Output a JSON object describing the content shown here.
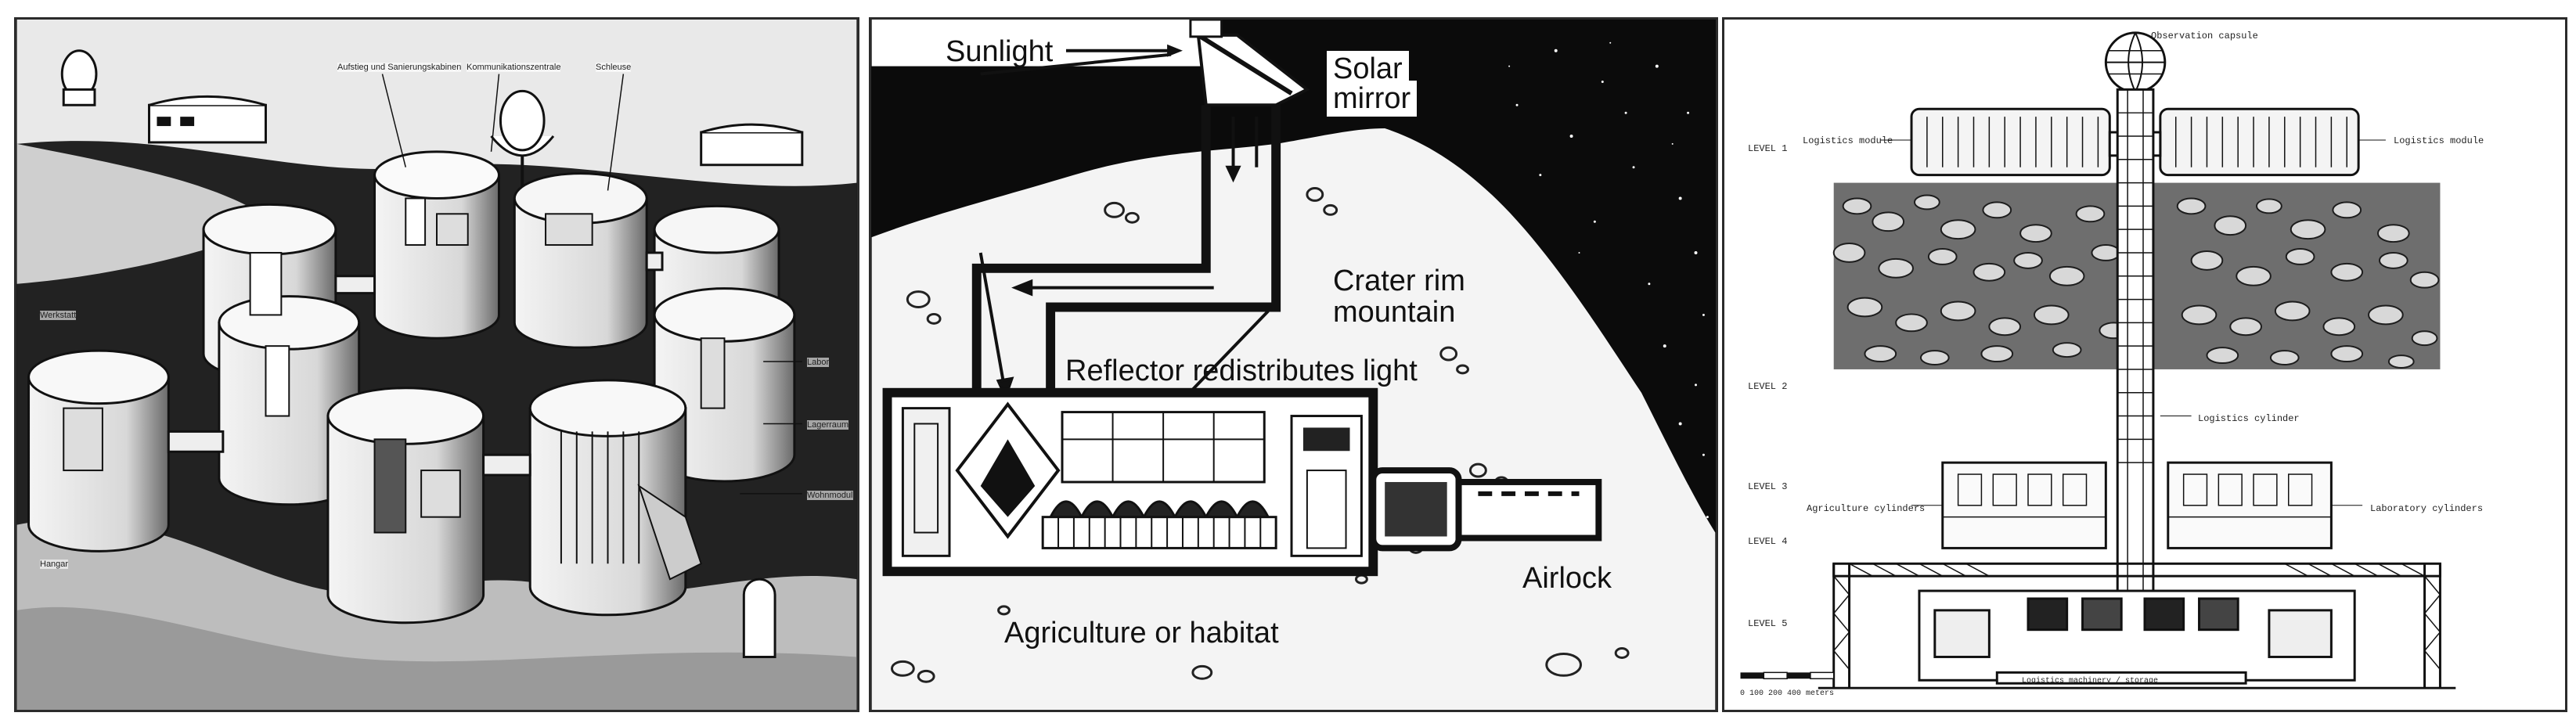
{
  "panel_left": {
    "callouts": [
      "Aufstieg und Sanierungskabinen",
      "Kommunikationszentrale",
      "Schleuse",
      "Labor",
      "Lagerraum",
      "Wohnmodul",
      "Werkstatt",
      "Hangar"
    ]
  },
  "panel_middle": {
    "labels": {
      "sunlight": "Sunlight",
      "solar_mirror_line1": "Solar",
      "solar_mirror_line2": "mirror",
      "crater_line1": "Crater rim",
      "crater_line2": "mountain",
      "reflector": "Reflector redistributes light",
      "airlock": "Airlock",
      "agriculture": "Agriculture or habitat"
    }
  },
  "panel_right": {
    "top_label": "Observation capsule",
    "left_module": "Logistics module",
    "right_module": "Logistics module",
    "level_labels": [
      "LEVEL 1",
      "LEVEL 2",
      "LEVEL 3",
      "LEVEL 4",
      "LEVEL 5"
    ],
    "mid_label": "Logistics cylinder",
    "left_lower_label": "Agriculture cylinders",
    "right_lower_label": "Laboratory cylinders",
    "bottom_box_label": "Logistics machinery / storage",
    "scale_label": "0  100  200  400  meters"
  }
}
